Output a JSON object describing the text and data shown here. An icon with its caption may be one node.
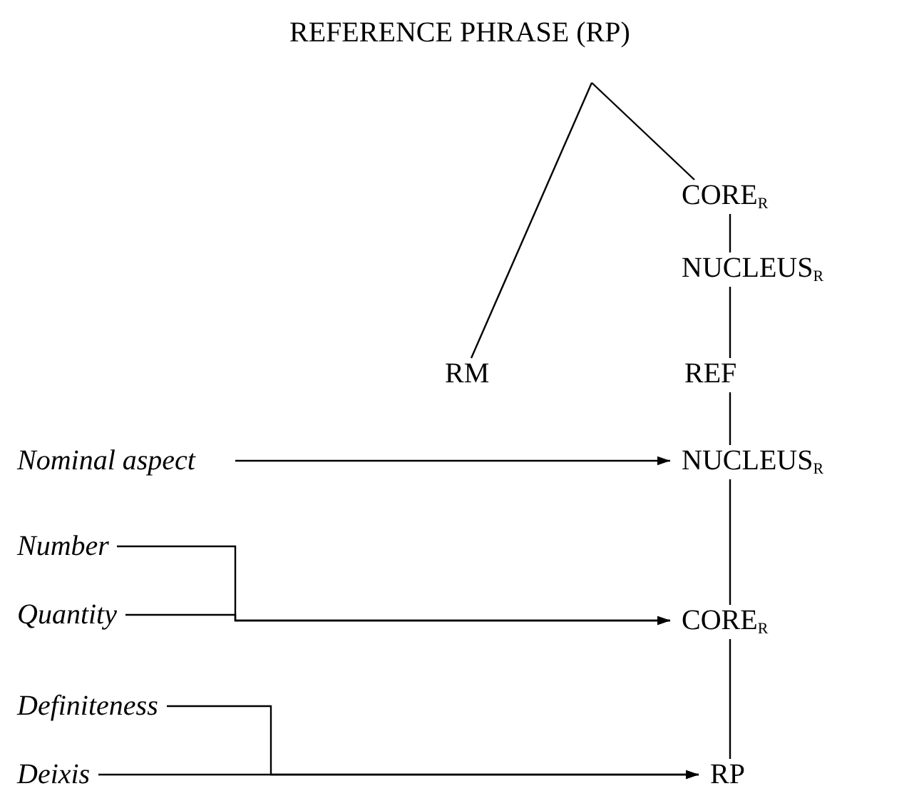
{
  "diagram": {
    "nodes": [
      {
        "text": [
          "REFERENCE PHRASE (RP)"
        ]
      },
      {
        "text": [
          "CORE$_{R}$"
        ]
      },
      {
        "text": [
          "NUCLEUS$_{R}$"
        ]
      },
      {
        "text": [
          "RM"
        ]
      },
      {
        "text": [
          "REF"
        ]
      },
      {
        "text": [
          "Nominal aspect"
        ]
      },
      {
        "text": [
          "NUCLEUS$_{R}$"
        ]
      },
      {
        "text": [
          "Number"
        ]
      },
      {
        "text": [
          "Quantity"
        ]
      },
      {
        "text": [
          "CORE$_{R}$"
        ]
      },
      {
        "text": [
          "Definiteness"
        ]
      },
      {
        "text": [
          "Deixis"
        ]
      },
      {
        "text": [
          "RP"
        ]
      }
    ],
    "edges": [
      {
        "from": 0,
        "to": 3,
        "arrow": "none"
      },
      {
        "from": 0,
        "to": 1,
        "arrow": "none"
      },
      {
        "from": 1,
        "to": 2,
        "arrow": "none"
      },
      {
        "from": 2,
        "to": 4,
        "arrow": "none"
      },
      {
        "from": 4,
        "to": 6,
        "arrow": "none"
      },
      {
        "from": 6,
        "to": 9,
        "arrow": "none"
      },
      {
        "from": 9,
        "to": 12,
        "arrow": "none"
      },
      {
        "from": 5,
        "to": 6,
        "arrow": "to"
      },
      {
        "from": 7,
        "to": 9,
        "arrow": "to"
      },
      {
        "from": 8,
        "to": 9,
        "arrow": "to"
      },
      {
        "from": 10,
        "to": 12,
        "arrow": "to"
      },
      {
        "from": 11,
        "to": 12,
        "arrow": "to"
      }
    ]
  }
}
